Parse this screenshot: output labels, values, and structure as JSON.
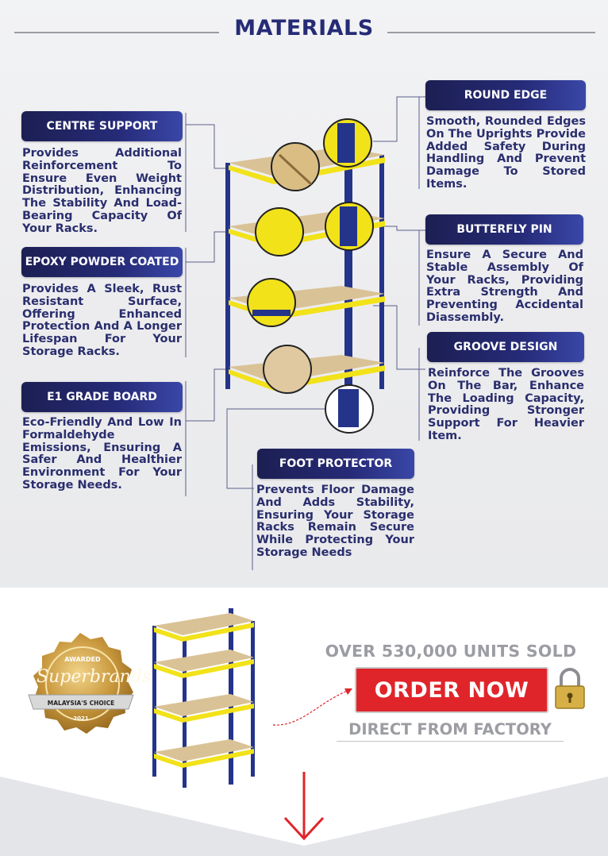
{
  "header": {
    "title": "MATERIALS"
  },
  "features": [
    {
      "label": "CENTRE SUPPORT",
      "desc": "Provides Additional Reinforcement To Ensure Even Weight Distribution, Enhancing The Stability And Load-Bearing Capacity Of Your Racks."
    },
    {
      "label": "EPOXY POWDER COATED",
      "desc": "Provides A Sleek, Rust Resistant Surface, Offering Enhanced Protection And A Longer Lifespan For Your Storage Racks."
    },
    {
      "label": "E1 GRADE BOARD",
      "desc": "Eco-Friendly And Low In Formaldehyde Emissions, Ensuring A Safer And Healthier Environment For Your Storage Needs."
    },
    {
      "label": "ROUND EDGE",
      "desc": "Smooth, Rounded Edges On The Uprights Provide Added Safety During Handling And Prevent Damage To Stored Items."
    },
    {
      "label": "BUTTERFLY PIN",
      "desc": "Ensure A Secure And Stable Assembly Of Your Racks, Providing Extra Strength And Preventing Accidental Diassembly."
    },
    {
      "label": "GROOVE DESIGN",
      "desc": "Reinforce The Grooves On The Bar, Enhance The Loading Capacity, Providing Stronger Support For Heavier Item."
    },
    {
      "label": "FOOT PROTECTOR",
      "desc": "Prevents Floor Damage And Adds Stability, Ensuring Your Storage Racks Remain Secure While Protecting Your Storage Needs"
    }
  ],
  "badge": {
    "awarded": "AWARDED",
    "brand": "Superbrands",
    "country": "MALAYSIA'S CHOICE",
    "year": "2021"
  },
  "cta": {
    "sold": "OVER 530,000 UNITS SOLD",
    "order": "ORDER NOW",
    "direct": "DIRECT FROM FACTORY"
  },
  "colors": {
    "navy": "#262b76",
    "yellow": "#f2e21a",
    "blue_upright": "#24348a",
    "red": "#e0252a",
    "grey_text": "#9c9da3"
  },
  "icons": [
    "lock-icon",
    "down-arrow-icon",
    "curved-arrow-icon"
  ]
}
